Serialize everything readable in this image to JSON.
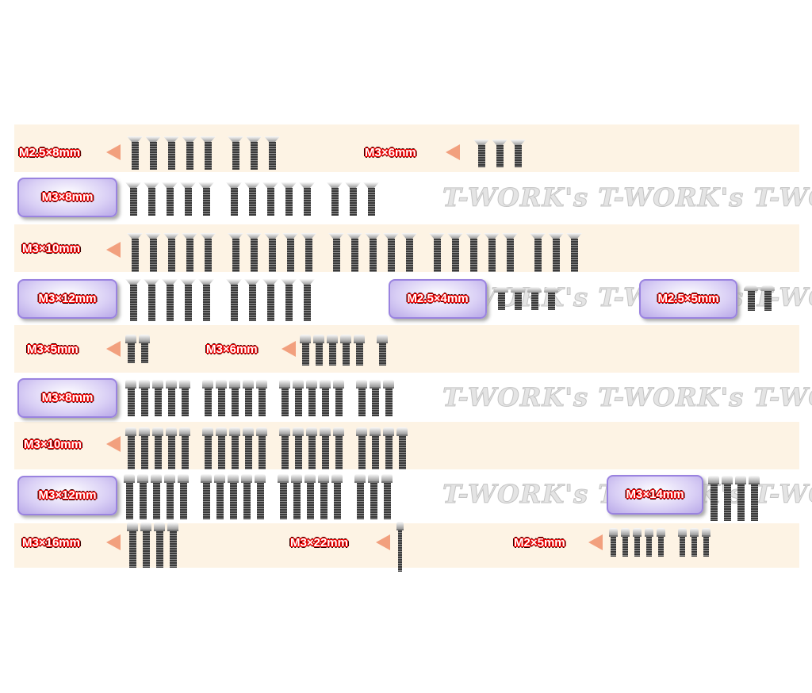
{
  "watermark": "T-WORK's  T-WORK's  T-WORK's  T-WORK's",
  "items": [
    {
      "label": "M2.5×8mm",
      "type": "countersunk",
      "mm": 8,
      "groups": [
        5,
        3
      ]
    },
    {
      "label": "M3×6mm",
      "type": "countersunk",
      "mm": 6,
      "groups": [
        3
      ]
    },
    {
      "label": "M3×8mm",
      "type": "countersunk",
      "mm": 8,
      "groups": [
        5,
        5,
        3
      ]
    },
    {
      "label": "M3×10mm",
      "type": "countersunk",
      "mm": 10,
      "groups": [
        5,
        5,
        5,
        5,
        3
      ]
    },
    {
      "label": "M3×12mm",
      "type": "countersunk",
      "mm": 12,
      "groups": [
        5,
        5
      ]
    },
    {
      "label": "M2.5×4mm",
      "type": "button",
      "mm": 4,
      "groups": [
        4
      ]
    },
    {
      "label": "M2.5×5mm",
      "type": "button",
      "mm": 5,
      "groups": [
        2
      ]
    },
    {
      "label": "M3×5mm",
      "type": "flanged",
      "mm": 5,
      "groups": [
        2
      ]
    },
    {
      "label": "M3×6mm",
      "type": "flanged",
      "mm": 6,
      "groups": [
        5,
        1
      ]
    },
    {
      "label": "M3×8mm",
      "type": "flanged",
      "mm": 8,
      "groups": [
        5,
        5,
        5,
        3
      ]
    },
    {
      "label": "M3×10mm",
      "type": "flanged",
      "mm": 10,
      "groups": [
        5,
        5,
        5,
        4
      ]
    },
    {
      "label": "M3×12mm",
      "type": "flanged",
      "mm": 12,
      "groups": [
        5,
        5,
        5,
        3
      ]
    },
    {
      "label": "M3×14mm",
      "type": "flanged",
      "mm": 14,
      "groups": [
        4
      ]
    },
    {
      "label": "M3×16mm",
      "type": "flanged",
      "mm": 16,
      "groups": [
        4
      ]
    },
    {
      "label": "M3×22mm",
      "type": "flanged",
      "mm": 22,
      "groups": [
        1
      ]
    },
    {
      "label": "M2×5mm",
      "type": "flanged",
      "mm": 5,
      "groups": [
        5,
        3
      ]
    }
  ]
}
